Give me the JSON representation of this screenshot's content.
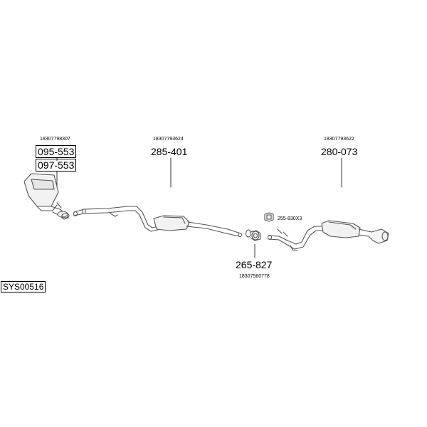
{
  "system_code": "SYS00516",
  "groups": [
    {
      "oem": "18307798307",
      "parts": [
        "095-553",
        "097-553"
      ]
    },
    {
      "oem": "18307793624",
      "parts": [
        "285-401"
      ]
    },
    {
      "oem": "18307793622",
      "parts": [
        "280-073"
      ]
    },
    {
      "oem": "18307560778",
      "parts": [
        "265-827"
      ]
    }
  ],
  "clamp_label": "255-830X3"
}
